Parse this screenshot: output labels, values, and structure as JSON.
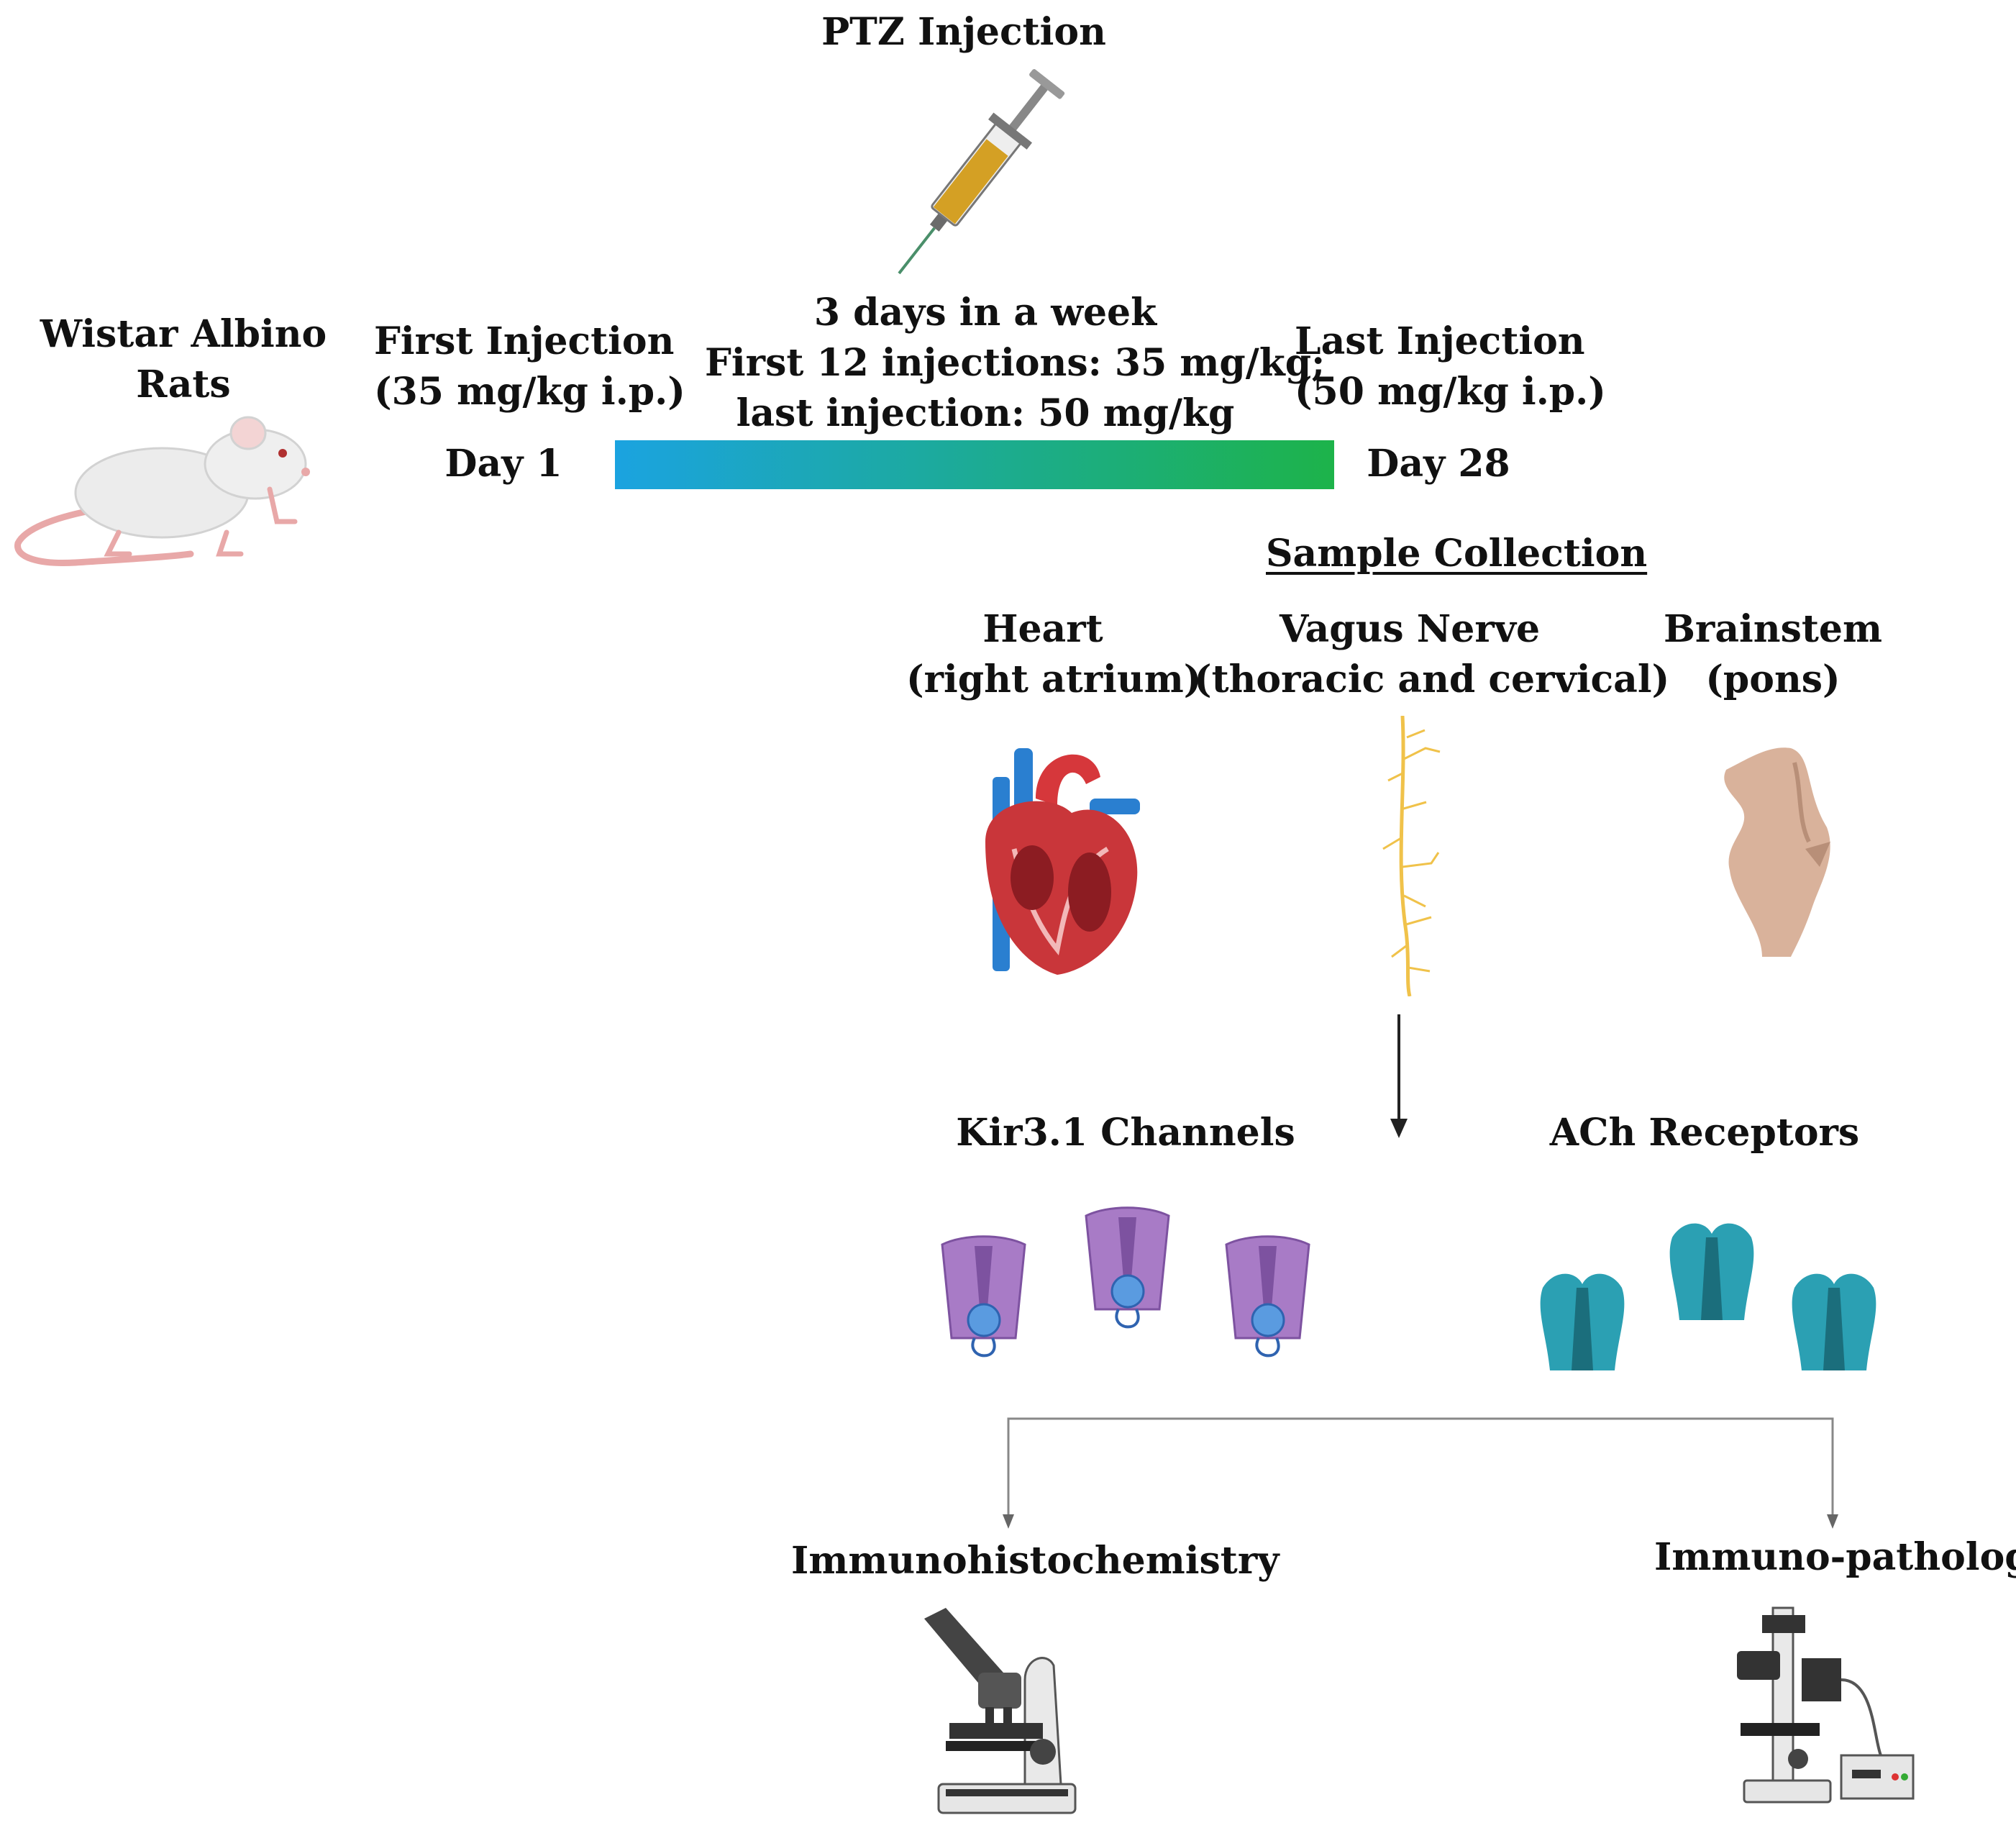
{
  "ptz": {
    "title": "PTZ Injection"
  },
  "rats": {
    "line1": "Wistar Albino",
    "line2": "Rats"
  },
  "first_injection": {
    "line1": "First Injection",
    "line2": "(35 mg/kg i.p.)",
    "day": "Day 1"
  },
  "schedule": {
    "line1": "3 days in a week",
    "line2": "First 12 injections: 35 mg/kg;",
    "line3": "last injection: 50 mg/kg"
  },
  "last_injection": {
    "line1": "Last Injection",
    "line2": "(50 mg/kg i.p.)",
    "day": "Day 28"
  },
  "timeline": {
    "color_start": "#1ba3e0",
    "color_end": "#1db34a"
  },
  "sample_collection": {
    "title": "Sample Collection"
  },
  "samples": {
    "heart": {
      "line1": "Heart",
      "line2": "(right atrium)"
    },
    "vagus": {
      "line1": "Vagus Nerve",
      "line2": "(thoracic and cervical)"
    },
    "brainstem": {
      "line1": "Brainstem",
      "line2": "(pons)"
    }
  },
  "targets": {
    "kir": "Kir3.1 Channels",
    "ach": "ACh Receptors"
  },
  "methods": {
    "ihc": "Immunohistochemistry",
    "ipath": "Immuno-pathology"
  },
  "colors": {
    "kir_channel": "#a87bc6",
    "ach_receptor": "#2ba0b3",
    "vagus_nerve": "#f0c24a",
    "brainstem": "#d9b29b"
  },
  "icons": [
    "rat-icon",
    "syringe-icon",
    "heart-icon",
    "vagus-nerve-icon",
    "brainstem-icon",
    "kir-channel-icon",
    "ach-receptor-icon",
    "microscope-icon",
    "fluorescence-microscope-icon"
  ]
}
